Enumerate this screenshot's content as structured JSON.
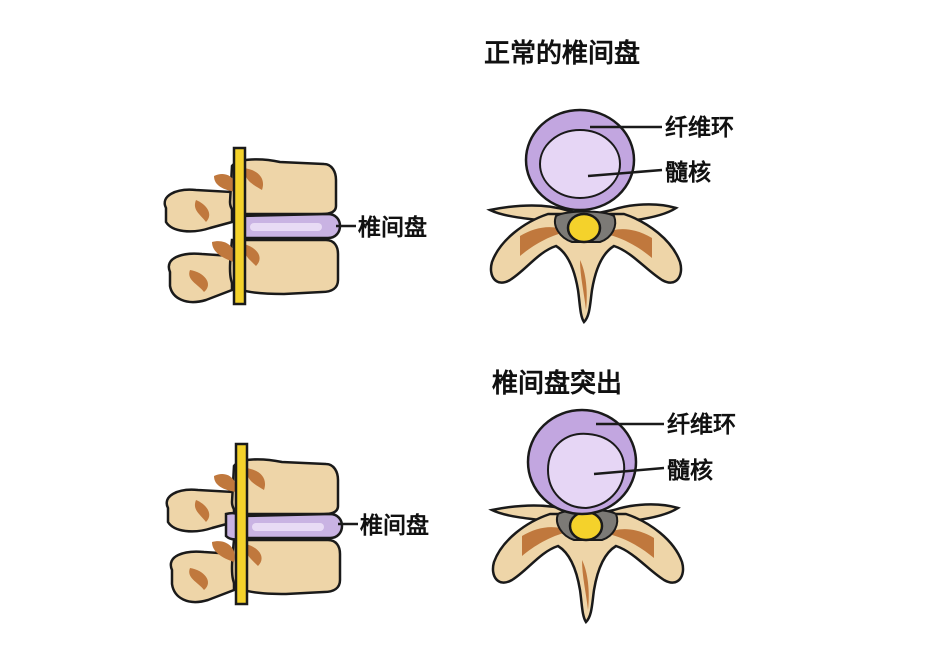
{
  "panels": [
    {
      "title": "正常的椎间盘",
      "side_label": "椎间盘",
      "labels": {
        "annulus": "纤维环",
        "nucleus": "髓核"
      }
    },
    {
      "title": "椎间盘突出",
      "side_label": "椎间盘",
      "labels": {
        "annulus": "纤维环",
        "nucleus": "髓核"
      }
    }
  ],
  "colors": {
    "bone": "#EED5A8",
    "bone_shade": "#C0783D",
    "disc": "#C9B3E3",
    "disc_inner": "#E8DBF5",
    "annulus": "#C2A6E0",
    "nucleus": "#E6D6F5",
    "cord": "#F4D22B",
    "canal": "#7C7A76",
    "outline": "#1a1a1a"
  }
}
